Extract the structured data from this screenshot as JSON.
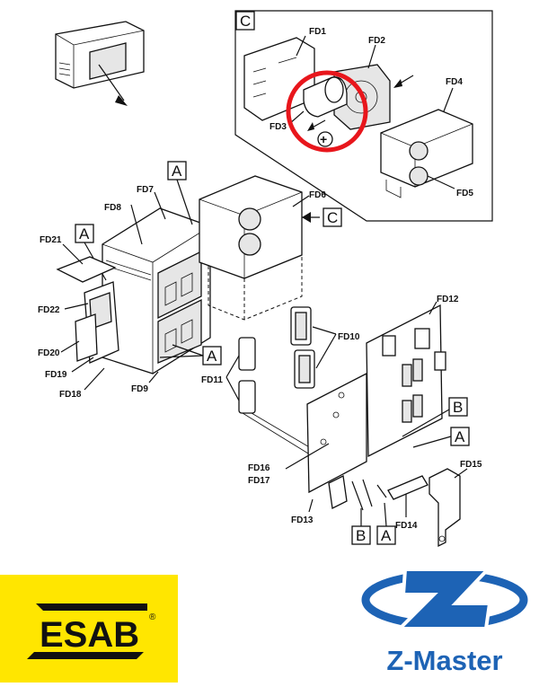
{
  "callouts": {
    "fd1": "FD1",
    "fd2": "FD2",
    "fd3": "FD3",
    "fd4": "FD4",
    "fd5": "FD5",
    "fd6": "FD6",
    "fd7": "FD7",
    "fd8": "FD8",
    "fd9": "FD9",
    "fd10": "FD10",
    "fd11": "FD11",
    "fd12": "FD12",
    "fd13": "FD13",
    "fd14": "FD14",
    "fd15": "FD15",
    "fd16": "FD16",
    "fd17": "FD17",
    "fd18": "FD18",
    "fd19": "FD19",
    "fd20": "FD20",
    "fd21": "FD21",
    "fd22": "FD22"
  },
  "detail_boxes": {
    "c_inset": "C",
    "c_ref": "C",
    "a_top": "A",
    "a_left": "A",
    "a_mid": "A",
    "a_right": "A",
    "a_bottom": "A",
    "b_right": "B",
    "b_bottom": "B"
  },
  "plus_symbol": "+",
  "logos": {
    "esab": "ESAB",
    "esab_mark": "®",
    "zmaster": "Z-Master"
  },
  "colors": {
    "highlight_ring": "#e8161c",
    "esab_yellow": "#ffe600",
    "zmaster_blue": "#1d63b5"
  }
}
